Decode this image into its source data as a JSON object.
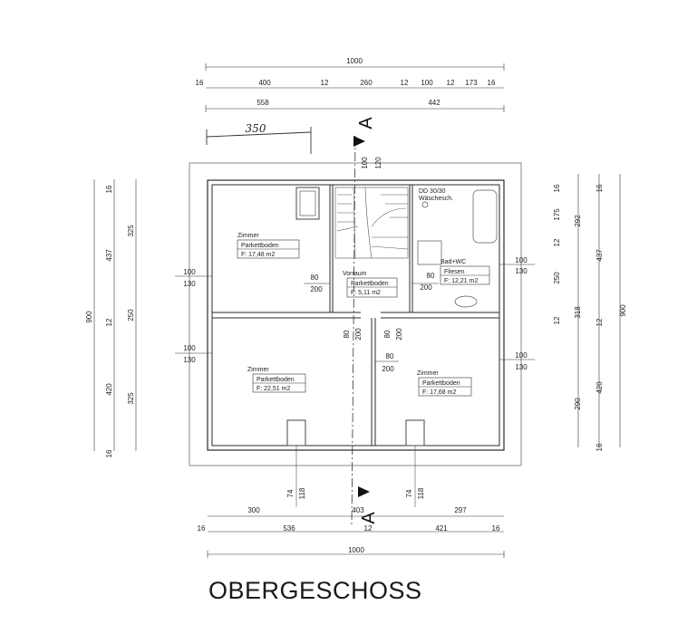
{
  "title": "OBERGESCHOSS",
  "section_mark": "A",
  "dimensions": {
    "top_total": "1000",
    "top_row": [
      "16",
      "400",
      "12",
      "260",
      "12",
      "100",
      "12",
      "173",
      "16"
    ],
    "top_split": [
      "558",
      "442"
    ],
    "handwritten": "350",
    "bottom_row_a": [
      "300",
      "403",
      "297"
    ],
    "bottom_row_b": [
      "16",
      "536",
      "12",
      "421",
      "16"
    ],
    "bottom_total": "1000",
    "bottom_window_a": [
      "74",
      "118"
    ],
    "bottom_window_b": [
      "74",
      "118"
    ],
    "left_total": "900",
    "left_row": [
      "16",
      "437",
      "12",
      "420",
      "16"
    ],
    "left_inner": [
      "325",
      "250",
      "325"
    ],
    "right_total": "900",
    "right_row_a": [
      "16",
      "175",
      "12",
      "250",
      "12",
      "290"
    ],
    "right_row_b": [
      "292",
      "318"
    ],
    "right_row_c": [
      "16",
      "437",
      "12",
      "420",
      "16"
    ],
    "stair_top": [
      "100",
      "120"
    ],
    "win_left_1": [
      "100",
      "130"
    ],
    "win_left_2": [
      "100",
      "130"
    ],
    "win_right_1": [
      "100",
      "130"
    ],
    "win_right_2": [
      "100",
      "130"
    ],
    "door_zimmer1": [
      "80",
      "200"
    ],
    "door_bad": [
      "80",
      "200"
    ],
    "door_center_a": [
      "80",
      "200"
    ],
    "door_center_b": [
      "80",
      "200"
    ],
    "door_zimmer3": [
      "80",
      "200"
    ]
  },
  "rooms": {
    "zimmer1": {
      "name": "Zimmer",
      "floor": "Parkettboden",
      "area": "F: 17,48 m2"
    },
    "vorraum": {
      "name": "Vorraum",
      "floor": "Parkettboden",
      "area": "F: 5,11 m2"
    },
    "bad": {
      "name": "Bad+WC",
      "floor": "Fliesen",
      "area": "F: 12,21 m2",
      "note1": "DD 30/30",
      "note2": "Wäschesch."
    },
    "zimmer2": {
      "name": "Zimmer",
      "floor": "Parkettboden",
      "area": "F: 22,51 m2"
    },
    "zimmer3": {
      "name": "Zimmer",
      "floor": "Parkettboden",
      "area": "F: 17,68 m2"
    }
  },
  "colors": {
    "wall": "#2a2a2a",
    "line": "#333333",
    "paper": "#ffffff"
  }
}
